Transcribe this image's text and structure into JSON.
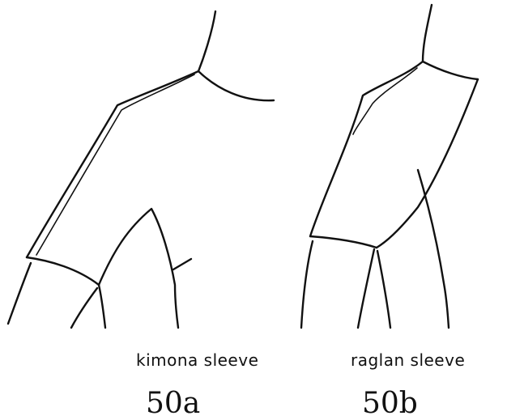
{
  "figures": [
    {
      "caption": "kimona sleeve",
      "number": "50a",
      "illustration_icon": "kimono-sleeve-drawing"
    },
    {
      "caption": "raglan sleeve",
      "number": "50b",
      "illustration_icon": "raglan-sleeve-drawing"
    }
  ],
  "colors": {
    "ink": "#111111",
    "paper": "#ffffff"
  }
}
